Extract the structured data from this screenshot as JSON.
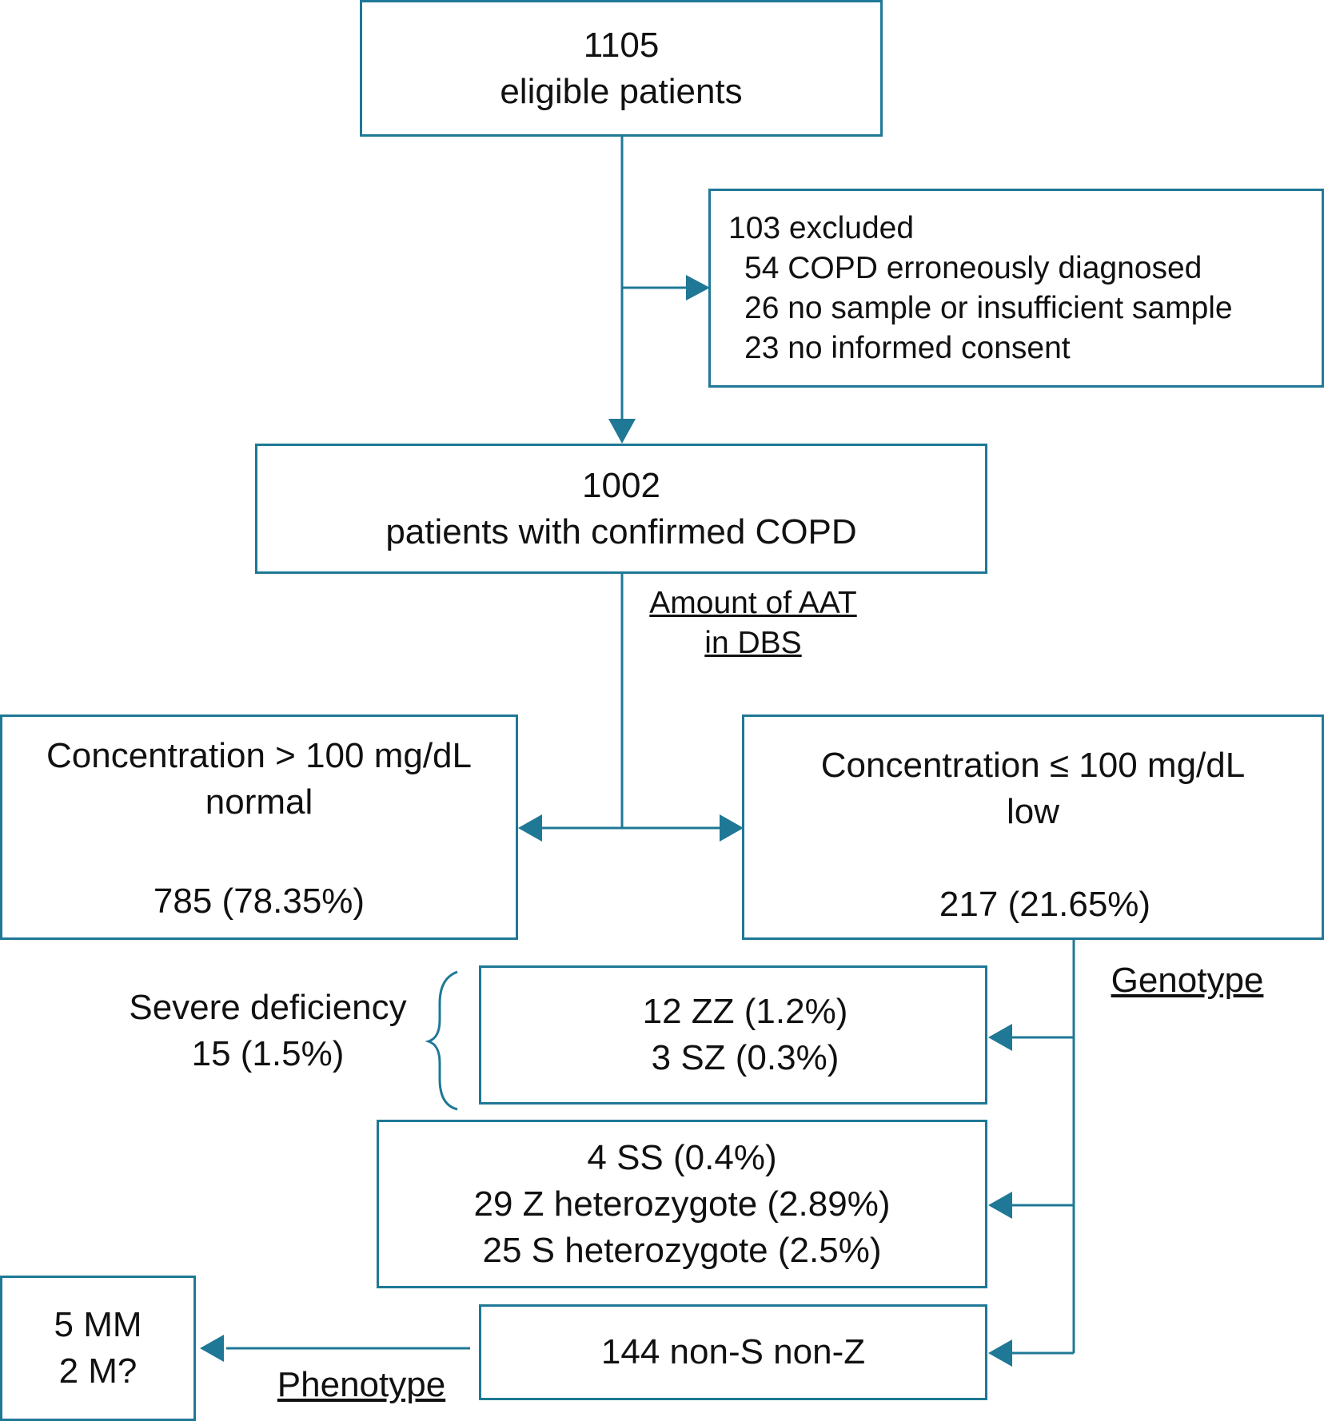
{
  "colors": {
    "stroke": "#1f7896",
    "text": "#111111",
    "background": "#ffffff"
  },
  "flow": {
    "eligible": {
      "count": "1105",
      "label": "eligible patients"
    },
    "excluded": {
      "title": "103 excluded",
      "items": [
        "54 COPD erroneously diagnosed",
        "26 no sample or insufficient sample",
        "23 no informed consent"
      ]
    },
    "confirmed": {
      "count": "1002",
      "label": "patients with confirmed COPD"
    },
    "aat_label": [
      "Amount of AAT",
      "in DBS"
    ],
    "normal": {
      "line1": "Concentration > 100 mg/dL",
      "line2": "normal",
      "result": "785 (78.35%)"
    },
    "low": {
      "line1": "Concentration ≤ 100 mg/dL",
      "line2": "low",
      "result": "217 (21.65%)"
    },
    "genotype_label": "Genotype",
    "severe": {
      "label": "Severe deficiency",
      "value": "15 (1.5%)"
    },
    "zz_sz": [
      "12 ZZ (1.2%)",
      "3 SZ (0.3%)"
    ],
    "hetero": [
      "4 SS (0.4%)",
      "29 Z heterozygote (2.89%)",
      "25 S heterozygote (2.5%)"
    ],
    "nonsz": "144 non-S non-Z",
    "phenotype_label": "Phenotype",
    "mm": [
      "5 MM",
      "2 M?"
    ]
  }
}
